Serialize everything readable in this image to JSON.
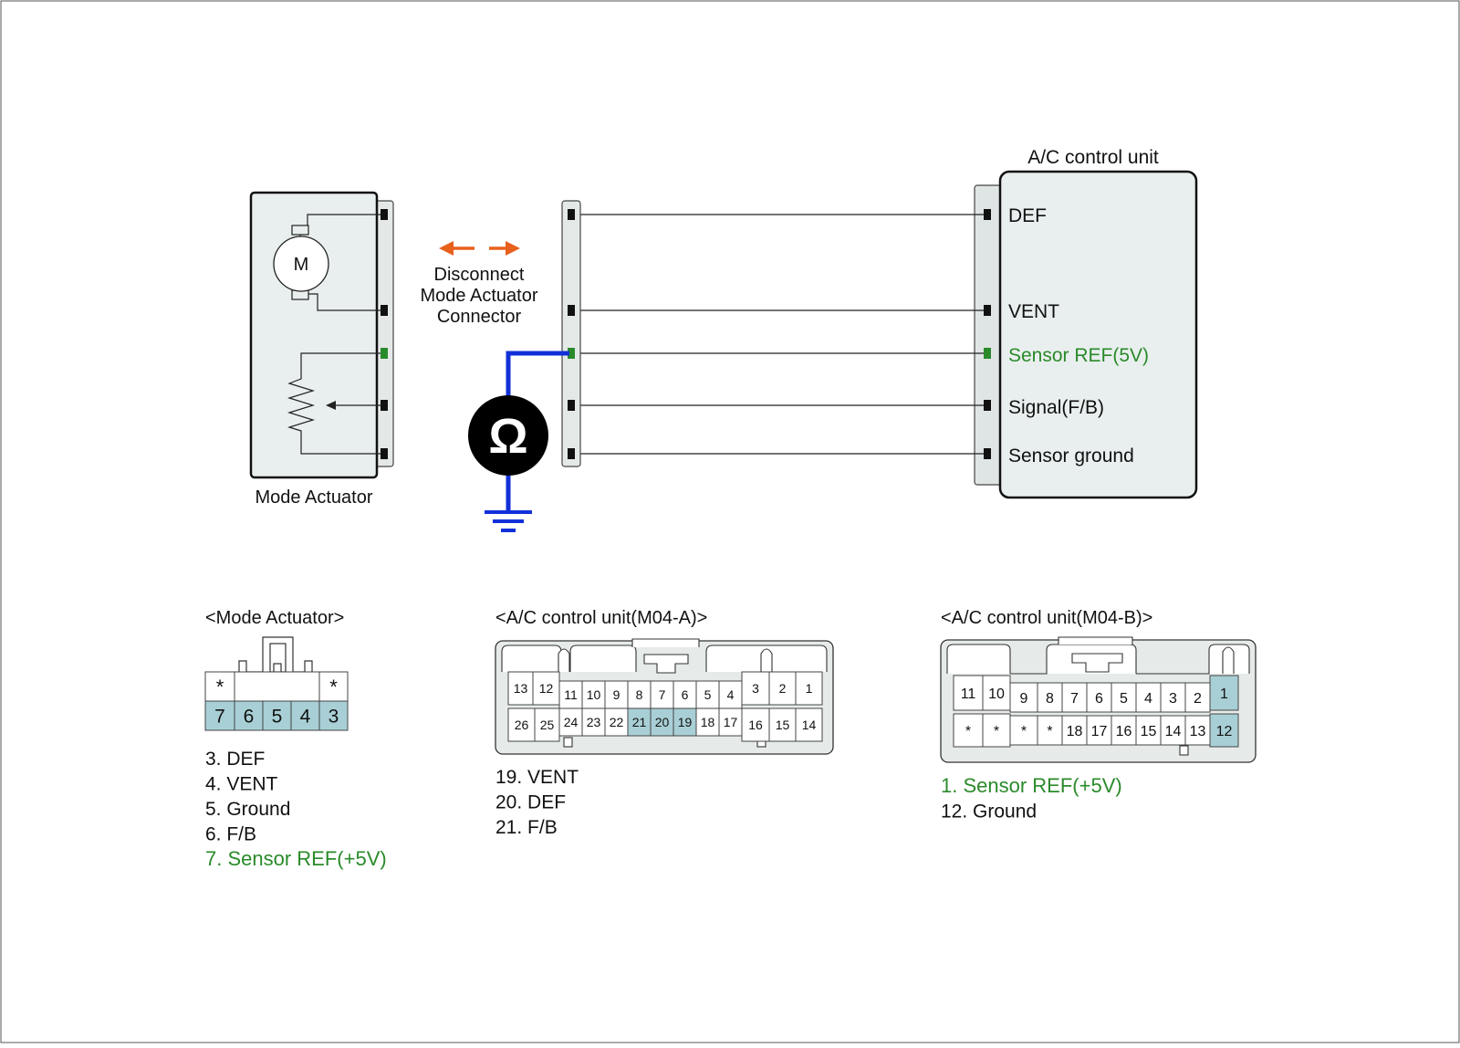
{
  "colors": {
    "panel_fill": "#e9efee",
    "connector_fill": "#e4e9e8",
    "pin_dark": "#111111",
    "pin_green": "#2a8a2a",
    "highlight_fill": "#a9cfd6",
    "ground_wire": "#1230d8",
    "arrow": "#e8601c",
    "sensor_text": "#2a8a2a"
  },
  "schematic": {
    "ac_unit_title": "A/C control unit",
    "motor_symbol": "M",
    "mode_actuator_label": "Mode Actuator",
    "disconnect_label": [
      "Disconnect",
      "Mode Actuator",
      "Connector"
    ],
    "ohmmeter_symbol": "Ω",
    "ac_pins": [
      {
        "label": "DEF",
        "color": "dark"
      },
      {
        "label": "VENT",
        "color": "dark"
      },
      {
        "label": "Sensor REF(5V)",
        "color": "green"
      },
      {
        "label": "Signal(F/B)",
        "color": "dark"
      },
      {
        "label": "Sensor ground",
        "color": "dark"
      }
    ]
  },
  "connectors": {
    "mode_actuator": {
      "title": "<Mode Actuator>",
      "top_row": [
        "*",
        "",
        "",
        "",
        "*"
      ],
      "bottom_row": [
        "7",
        "6",
        "5",
        "4",
        "3"
      ],
      "highlighted": [
        "7",
        "6",
        "5",
        "4",
        "3"
      ],
      "legend": [
        {
          "text": "3. DEF",
          "color": "normal"
        },
        {
          "text": "4. VENT",
          "color": "normal"
        },
        {
          "text": "5. Ground",
          "color": "normal"
        },
        {
          "text": "6. F/B",
          "color": "normal"
        },
        {
          "text": "7. Sensor REF(+5V)",
          "color": "green"
        }
      ]
    },
    "m04a": {
      "title": "<A/C control unit(M04-A)>",
      "top_row": [
        "13",
        "12",
        "11",
        "10",
        "9",
        "8",
        "7",
        "6",
        "5",
        "4",
        "3",
        "2",
        "1"
      ],
      "bottom_row": [
        "26",
        "25",
        "24",
        "23",
        "22",
        "21",
        "20",
        "19",
        "18",
        "17",
        "16",
        "15",
        "14"
      ],
      "highlighted": [
        "21",
        "20",
        "19"
      ],
      "legend": [
        {
          "text": "19. VENT",
          "color": "normal"
        },
        {
          "text": "20. DEF",
          "color": "normal"
        },
        {
          "text": "21. F/B",
          "color": "normal"
        }
      ]
    },
    "m04b": {
      "title": "<A/C control unit(M04-B)>",
      "top_row": [
        "11",
        "10",
        "9",
        "8",
        "7",
        "6",
        "5",
        "4",
        "3",
        "2",
        "1"
      ],
      "bottom_row": [
        "*",
        "*",
        "*",
        "*",
        "18",
        "17",
        "16",
        "15",
        "14",
        "13",
        "12"
      ],
      "highlighted": [
        "1",
        "12"
      ],
      "legend": [
        {
          "text": "1. Sensor REF(+5V)",
          "color": "green"
        },
        {
          "text": "12. Ground",
          "color": "normal"
        }
      ]
    }
  }
}
